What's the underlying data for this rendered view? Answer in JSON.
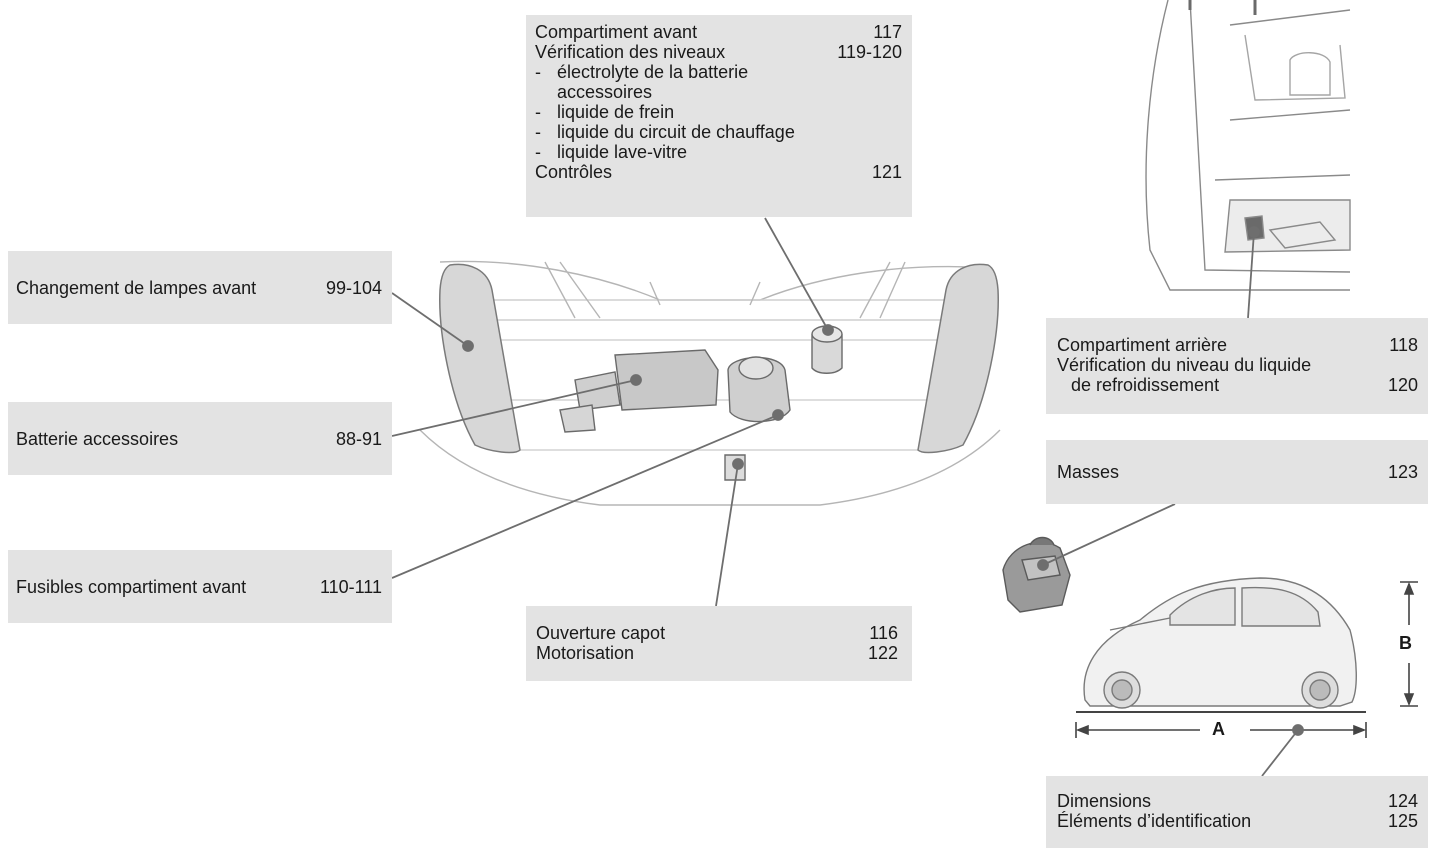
{
  "front_compartment_box": {
    "title": "Compartiment avant",
    "title_page": "117",
    "levels_label": "Vérification des niveaux",
    "levels_page": "119-120",
    "items": [
      "électrolyte de la batterie accessoires",
      "liquide de frein",
      "liquide du circuit de chauffage",
      "liquide lave-vitre"
    ],
    "dash": "-",
    "controls_label": "Contrôles",
    "controls_page": "121"
  },
  "lamps_box": {
    "label": "Changement de lampes avant",
    "page": "99-104"
  },
  "battery_box": {
    "label": "Batterie accessoires",
    "page": "88-91"
  },
  "fuses_box": {
    "label": "Fusibles compartiment avant",
    "page": "110-111"
  },
  "bonnet_box": {
    "opening_label": "Ouverture capot",
    "opening_page": "116",
    "motor_label": "Motorisation",
    "motor_page": "122"
  },
  "rear_box": {
    "title": "Compartiment arrière",
    "title_page": "118",
    "coolant_label_1": "Vérification du niveau du liquide",
    "coolant_label_2": "de refroidissement",
    "coolant_page": "120"
  },
  "weights_box": {
    "label": "Masses",
    "page": "123"
  },
  "dimensions_box": {
    "dimensions_label": "Dimensions",
    "dimensions_page": "124",
    "id_label": "Éléments d’identification",
    "id_page": "125"
  },
  "dimension_labels": {
    "length": "A",
    "height": "B"
  },
  "colors": {
    "box_bg": "#e3e3e3",
    "leader": "#6e6e6e",
    "drawing": "#9a9a9a"
  }
}
